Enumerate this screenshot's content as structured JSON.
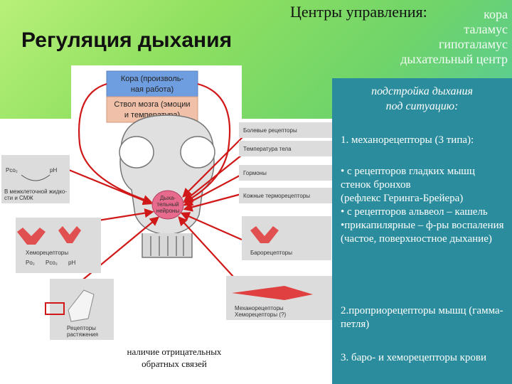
{
  "slide": {
    "title": "Регуляция дыхания",
    "centers_label": "Центры управления:",
    "centers": [
      "кора",
      "таламус",
      "гипоталамус",
      "дыхательный центр"
    ]
  },
  "diagram": {
    "cortex_box": [
      "Кора (произволь-",
      "ная работа)"
    ],
    "brainstem_box": [
      "Ствол мозга (эмоции",
      "и температура)"
    ],
    "resp_center": [
      "Дыха-",
      "тельный",
      "нейроны"
    ],
    "right_labels": [
      "Болевые рецепторы",
      "Температура тела",
      "Гормоны",
      "Кожные терморецепторы"
    ],
    "baroreceptors": "Барорецепторы",
    "mechano": [
      "Механорецепторы",
      "Хеморецепторы (?)"
    ],
    "left_top": [
      "Pco₂",
      "pH",
      "В межклеточной жидко-",
      "сти и СМЖ"
    ],
    "chemo": [
      "Хеморецепторы",
      "Po₂",
      "Pco₂",
      "pH"
    ],
    "stretch": [
      "Рецепторы",
      "растяжения"
    ]
  },
  "panel": {
    "head": [
      "подстройка дыхания",
      "под ситуацию:"
    ],
    "mechano": "1. механорецепторы (3 типа):",
    "items": [
      "• с рецепторов гладких мышц стенок бронхов",
      "(рефлекс Геринга-Брейера)",
      "• с рецепторов альвеол – кашель",
      "•прикапилярные – ф-ры воспаления (частое, поверхностное дыхание)"
    ],
    "proprio": "2.проприорецепторы мышц (гамма-петля)",
    "baro": "3. баро- и хеморецепторы крови"
  },
  "footnote": [
    "наличие отрицательных",
    "обратных связей"
  ],
  "colors": {
    "accent_arrow": "#d01818",
    "panel": "#2a8c9c",
    "cortex_box": "#6f9ee0",
    "brainstem_box": "#f0c0a8"
  }
}
